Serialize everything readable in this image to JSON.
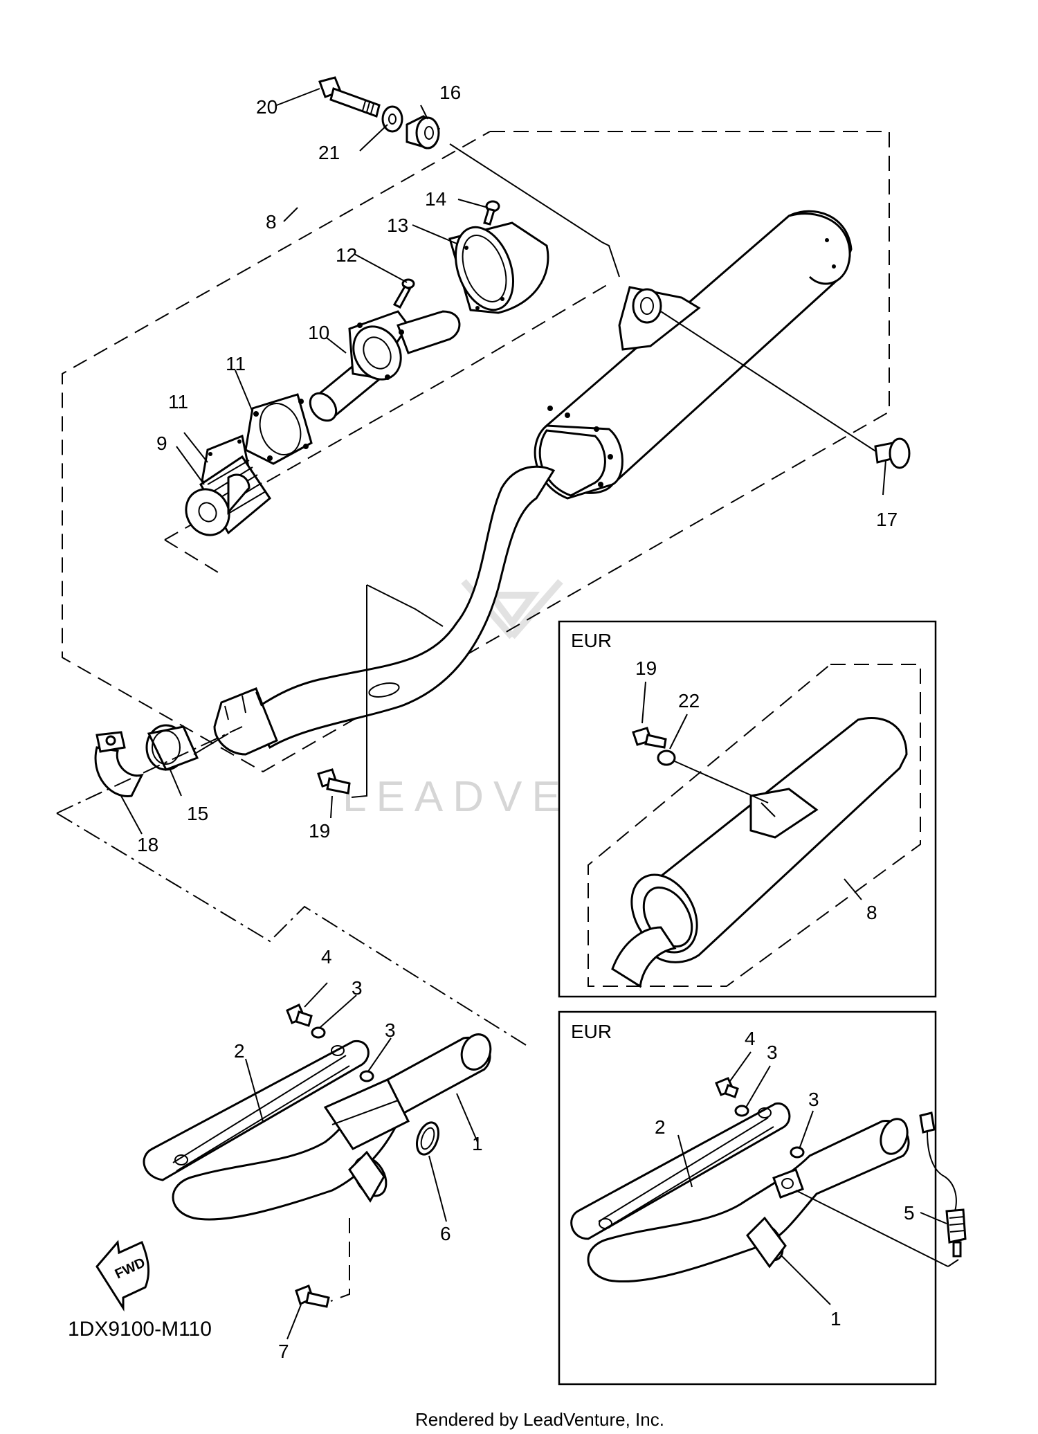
{
  "diagram": {
    "reference_code": "1DX9100-M110",
    "footer": "Rendered by LeadVenture, Inc.",
    "watermark": "LEADVENTURE",
    "fwd_label": "FWD",
    "eur_upper_label": "EUR",
    "eur_lower_label": "EUR",
    "callouts": {
      "c20": "20",
      "c21": "21",
      "c16": "16",
      "c14": "14",
      "c8": "8",
      "c13": "13",
      "c12": "12",
      "c10": "10",
      "c11a": "11",
      "c11b": "11",
      "c9": "9",
      "c17": "17",
      "c18": "18",
      "c15": "15",
      "c19": "19",
      "c4": "4",
      "c3a": "3",
      "c3b": "3",
      "c2": "2",
      "c1": "1",
      "c6": "6",
      "c7": "7",
      "e19": "19",
      "e22": "22",
      "e8": "8",
      "f4": "4",
      "f3a": "3",
      "f3b": "3",
      "f2": "2",
      "f5": "5",
      "f1": "1"
    }
  }
}
